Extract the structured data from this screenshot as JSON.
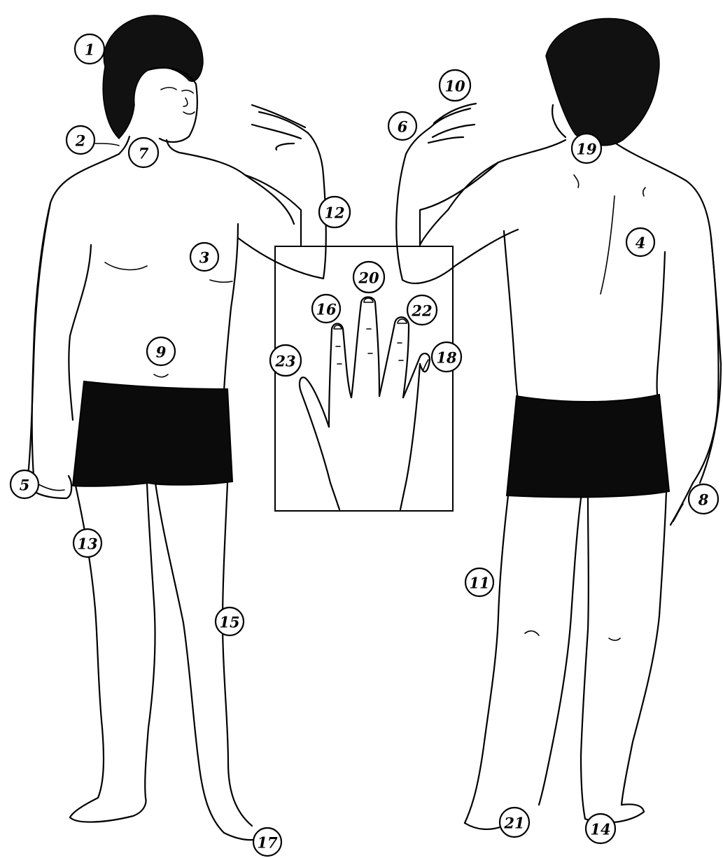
{
  "callouts": [
    {
      "id": "1",
      "text": "1"
    },
    {
      "id": "2",
      "text": "2"
    },
    {
      "id": "3",
      "text": "3"
    },
    {
      "id": "4",
      "text": "4"
    },
    {
      "id": "5",
      "text": "5"
    },
    {
      "id": "6",
      "text": "6"
    },
    {
      "id": "7",
      "text": "7"
    },
    {
      "id": "8",
      "text": "8"
    },
    {
      "id": "9",
      "text": "9"
    },
    {
      "id": "10",
      "text": "10"
    },
    {
      "id": "11",
      "text": "11"
    },
    {
      "id": "12",
      "text": "12"
    },
    {
      "id": "13",
      "text": "13"
    },
    {
      "id": "14",
      "text": "14"
    },
    {
      "id": "15",
      "text": "15"
    },
    {
      "id": "16",
      "text": "16"
    },
    {
      "id": "17",
      "text": "17"
    },
    {
      "id": "18",
      "text": "18"
    },
    {
      "id": "19",
      "text": "19"
    },
    {
      "id": "20",
      "text": "20"
    },
    {
      "id": "21",
      "text": "21"
    },
    {
      "id": "22",
      "text": "22"
    },
    {
      "id": "23",
      "text": "23"
    }
  ],
  "colors": {
    "ink": "#000000",
    "paper": "#ffffff",
    "fill": "#0b0b0b"
  }
}
